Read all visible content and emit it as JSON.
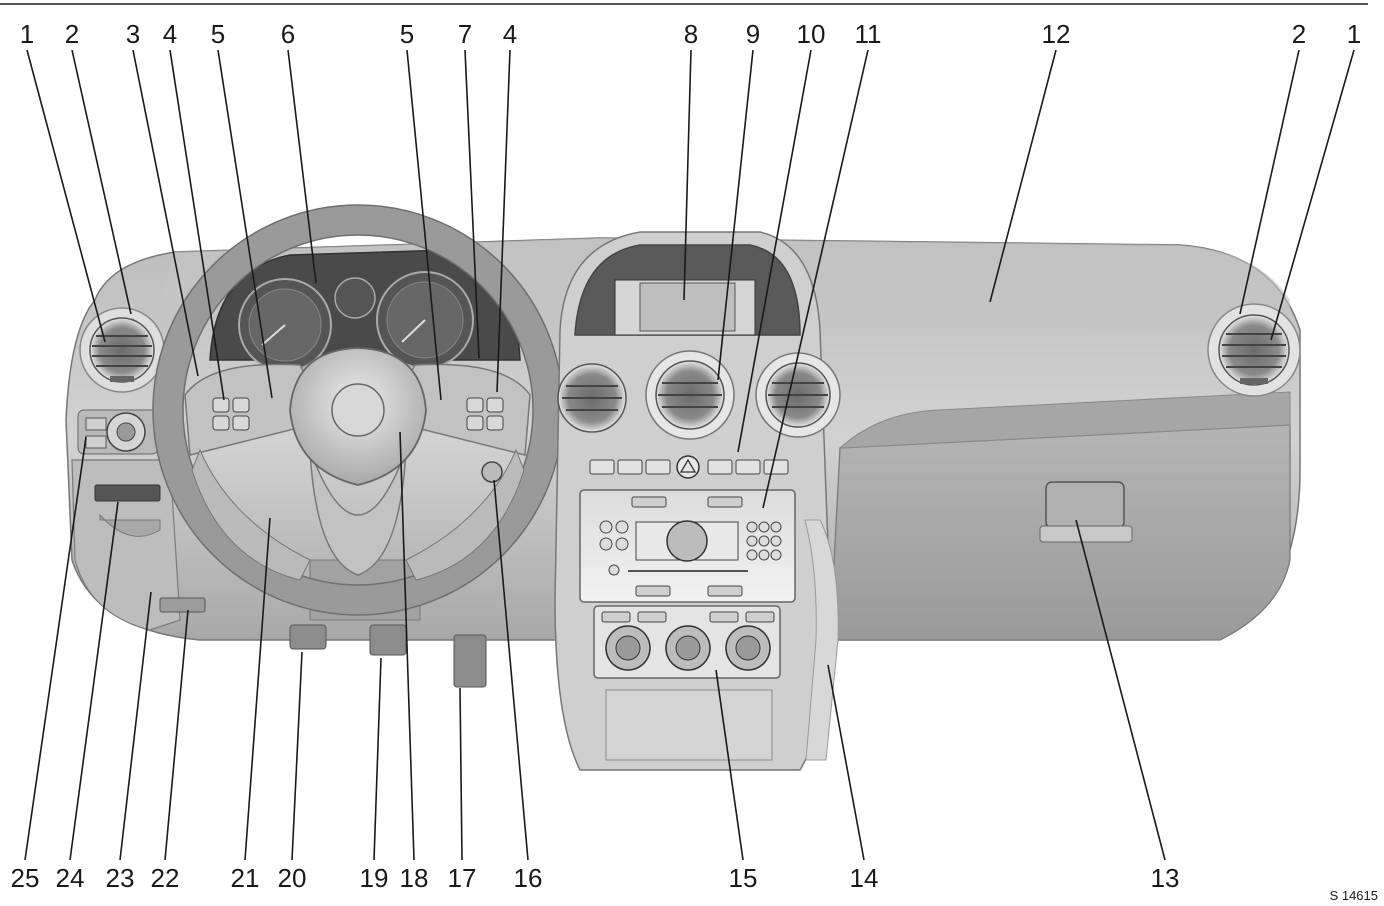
{
  "figure_ref": "S 14615",
  "callouts_top": [
    "1",
    "2",
    "3",
    "4",
    "5",
    "6",
    "5",
    "7",
    "4",
    "8",
    "9",
    "10",
    "11",
    "12",
    "2",
    "1"
  ],
  "callouts_bottom": [
    "25",
    "24",
    "23",
    "22",
    "21",
    "20",
    "19",
    "18",
    "17",
    "16",
    "15",
    "14",
    "13"
  ],
  "colors": {
    "dash": "#c9c9c9",
    "dash_dark": "#8f8f8f",
    "panel": "#d8d8d8",
    "line": "#1a1a1a"
  }
}
